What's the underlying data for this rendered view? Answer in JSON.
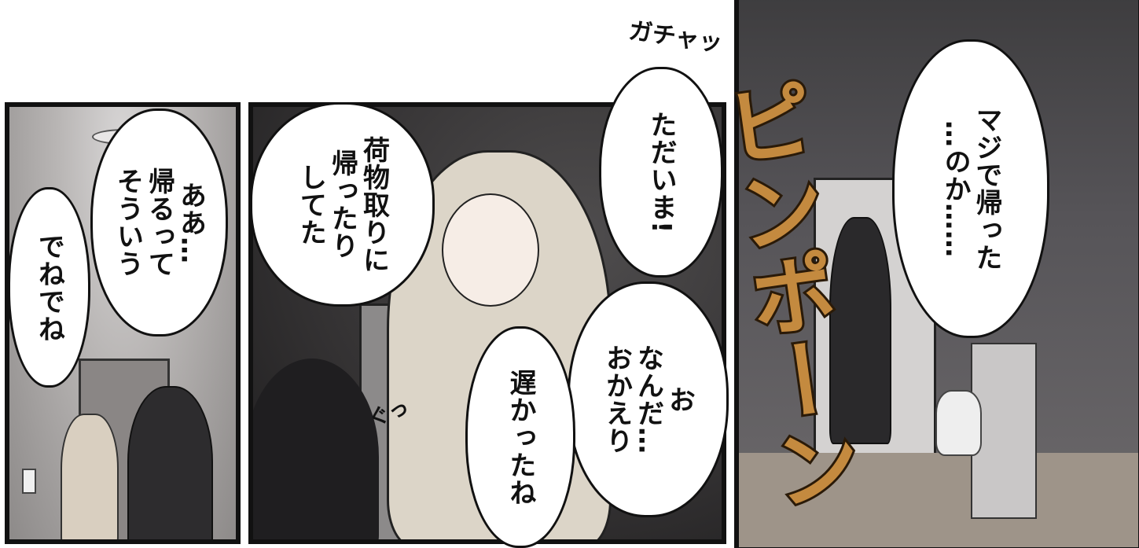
{
  "bubbles": {
    "left_1": [
      "ああ…",
      "帰るって",
      "そういう"
    ],
    "left_2": [
      "でねでね"
    ],
    "middle_1": [
      "荷物取りに",
      "帰ったり",
      "してた"
    ],
    "middle_2": [
      "ただいま!"
    ],
    "middle_3": [
      "お",
      "なんだ…",
      "おかえり"
    ],
    "middle_4": [
      "遅かったね"
    ],
    "right_1": [
      "マジで帰った",
      "…のか……"
    ]
  },
  "sfx": {
    "door": "ガチャッ",
    "chime": "ピンポーン",
    "tap": "ぐっ"
  },
  "colors": {
    "ink": "#111111",
    "sfx_fill": "#c48a3f"
  }
}
